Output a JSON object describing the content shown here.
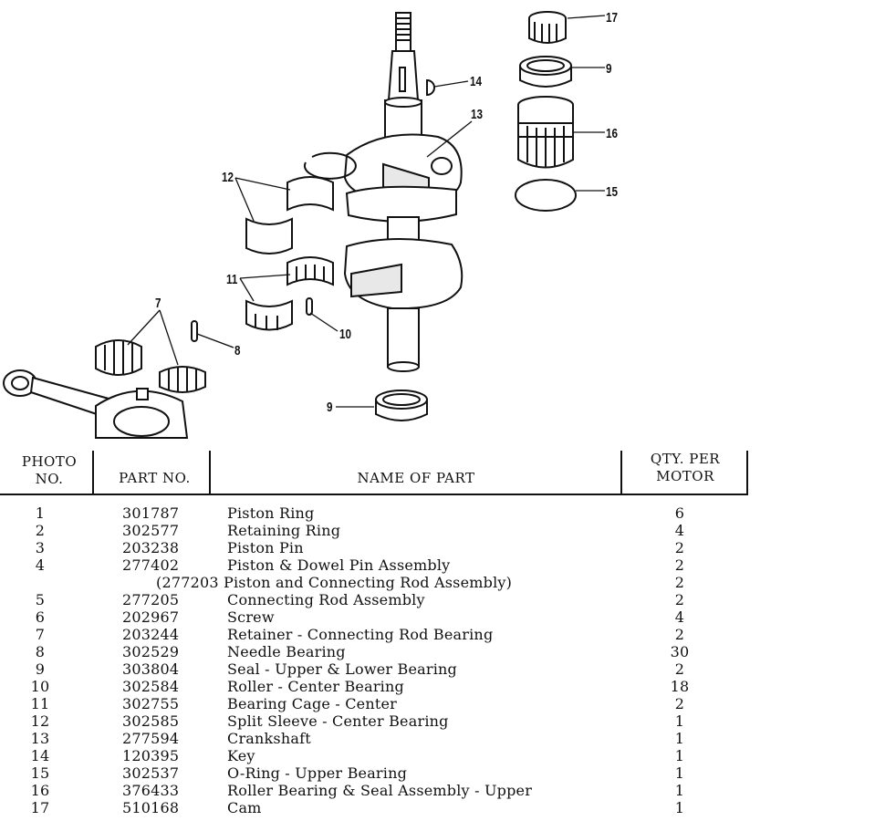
{
  "callouts": {
    "c17": "17",
    "c9a": "9",
    "c14": "14",
    "c13": "13",
    "c16": "16",
    "c15": "15",
    "c12": "12",
    "c11": "11",
    "c10": "10",
    "c7": "7",
    "c8": "8",
    "c9b": "9"
  },
  "table": {
    "headers": {
      "photo_line1": "PHOTO",
      "photo_line2": "NO.",
      "part": "PART NO.",
      "name": "NAME OF PART",
      "qty_line1": "QTY. PER",
      "qty_line2": "MOTOR"
    },
    "rows": [
      {
        "photo": "1",
        "part": "301787",
        "name": "Piston Ring",
        "qty": "6"
      },
      {
        "photo": "2",
        "part": "302577",
        "name": "Retaining Ring",
        "qty": "4"
      },
      {
        "photo": "3",
        "part": "203238",
        "name": "Piston Pin",
        "qty": "2"
      },
      {
        "photo": "4",
        "part": "277402",
        "name": "Piston & Dowel Pin Assembly",
        "qty": "2"
      },
      {
        "photo": "",
        "part": "(277203",
        "name": "Piston and Connecting Rod Assembly)",
        "qty": "2",
        "sub": true
      },
      {
        "photo": "5",
        "part": "277205",
        "name": "Connecting Rod Assembly",
        "qty": "2"
      },
      {
        "photo": "6",
        "part": "202967",
        "name": "Screw",
        "qty": "4"
      },
      {
        "photo": "7",
        "part": "203244",
        "name": "Retainer - Connecting Rod Bearing",
        "qty": "2"
      },
      {
        "photo": "8",
        "part": "302529",
        "name": "Needle Bearing",
        "qty": "30"
      },
      {
        "photo": "9",
        "part": "303804",
        "name": "Seal - Upper & Lower Bearing",
        "qty": "2"
      },
      {
        "photo": "10",
        "part": "302584",
        "name": "Roller - Center Bearing",
        "qty": "18"
      },
      {
        "photo": "11",
        "part": "302755",
        "name": "Bearing Cage - Center",
        "qty": "2"
      },
      {
        "photo": "12",
        "part": "302585",
        "name": "Split Sleeve - Center Bearing",
        "qty": "1"
      },
      {
        "photo": "13",
        "part": "277594",
        "name": "Crankshaft",
        "qty": "1"
      },
      {
        "photo": "14",
        "part": "120395",
        "name": "Key",
        "qty": "1"
      },
      {
        "photo": "15",
        "part": "302537",
        "name": "O-Ring - Upper Bearing",
        "qty": "1"
      },
      {
        "photo": "16",
        "part": "376433",
        "name": "Roller Bearing & Seal Assembly - Upper",
        "qty": "1"
      },
      {
        "photo": "17",
        "part": "510168",
        "name": "Cam",
        "qty": "1"
      }
    ]
  }
}
